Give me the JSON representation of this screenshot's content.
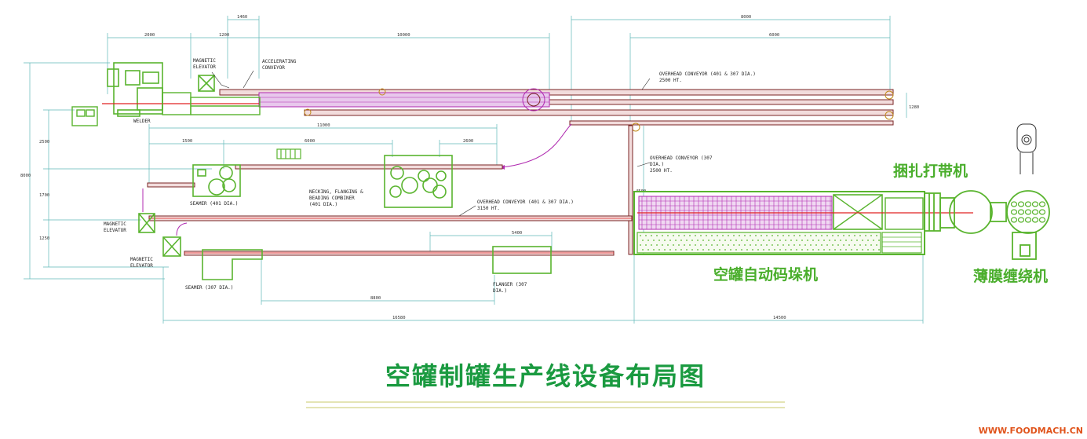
{
  "colors": {
    "equipment": "#59b42e",
    "conveyor_fill": "#f2dcdc",
    "conveyor_edge": "#7a2424",
    "dimension": "#5fb8b8",
    "highlight_red": "#e02020",
    "palletizer_purple": "#b02ab0",
    "chinese_label": "#4aae2c",
    "title_green": "#1a9a40",
    "watermark": "#e0541c"
  },
  "labels": {
    "welder": "WELDER",
    "magnetic_elevator_1a": "MAGNETIC",
    "magnetic_elevator_1b": "ELEVATOR",
    "accelerating_conveyor_a": "ACCELERATING",
    "accelerating_conveyor_b": "CONVEYOR",
    "overhead_top_a": "OVERHEAD CONVEYOR (401 & 307 DIA.)",
    "overhead_top_b": "2500 HT.",
    "overhead_307_a": "OVERHEAD CONVEYOR (307",
    "overhead_307_b": "DIA.)",
    "overhead_307_c": "2500 HT.",
    "seamer_401": "SEAMER (401 DIA.)",
    "necking_a": "NECKING, FLANGING &",
    "necking_b": "BEADING COMBINER",
    "necking_c": "(401 DIA.)",
    "overhead_mid_a": "OVERHEAD CONVEYOR (401 & 307 DIA.)",
    "overhead_mid_b": "3150 HT.",
    "magnetic_elevator_2a": "MAGNETIC",
    "magnetic_elevator_2b": "ELEVATOR",
    "magnetic_elevator_3a": "MAGNETIC",
    "magnetic_elevator_3b": "ELEVATOR",
    "seamer_307": "SEAMER (307 DIA.)",
    "flanger_a": "FLANGER (307",
    "flanger_b": "DIA.)"
  },
  "dimensions": {
    "d_top_left": "2000",
    "d_top_mid1": "1200",
    "d_top_mid2": "1460",
    "d_top_long": "10000",
    "d_top_right_outer": "8000",
    "d_top_right_inner": "6000",
    "d_right_vertical": "1280",
    "d_mid_span": "11000",
    "d_mid_a": "1500",
    "d_mid_b": "6000",
    "d_mid_c": "2600",
    "d_left_total": "8000",
    "d_left_a": "2500",
    "d_left_b": "1700",
    "d_left_c": "1250",
    "d_vertical_overhead": "4500",
    "d_flanger": "5400",
    "d_bottom_a": "8800",
    "d_bottom_b": "16580",
    "d_bottom_c": "14500"
  },
  "cn_labels": {
    "strapping": "捆扎打带机",
    "palletizer": "空罐自动码垛机",
    "wrapper": "薄膜缠绕机"
  },
  "title": "空罐制罐生产线设备布局图",
  "watermark": "WWW.FOODMACH.CN"
}
